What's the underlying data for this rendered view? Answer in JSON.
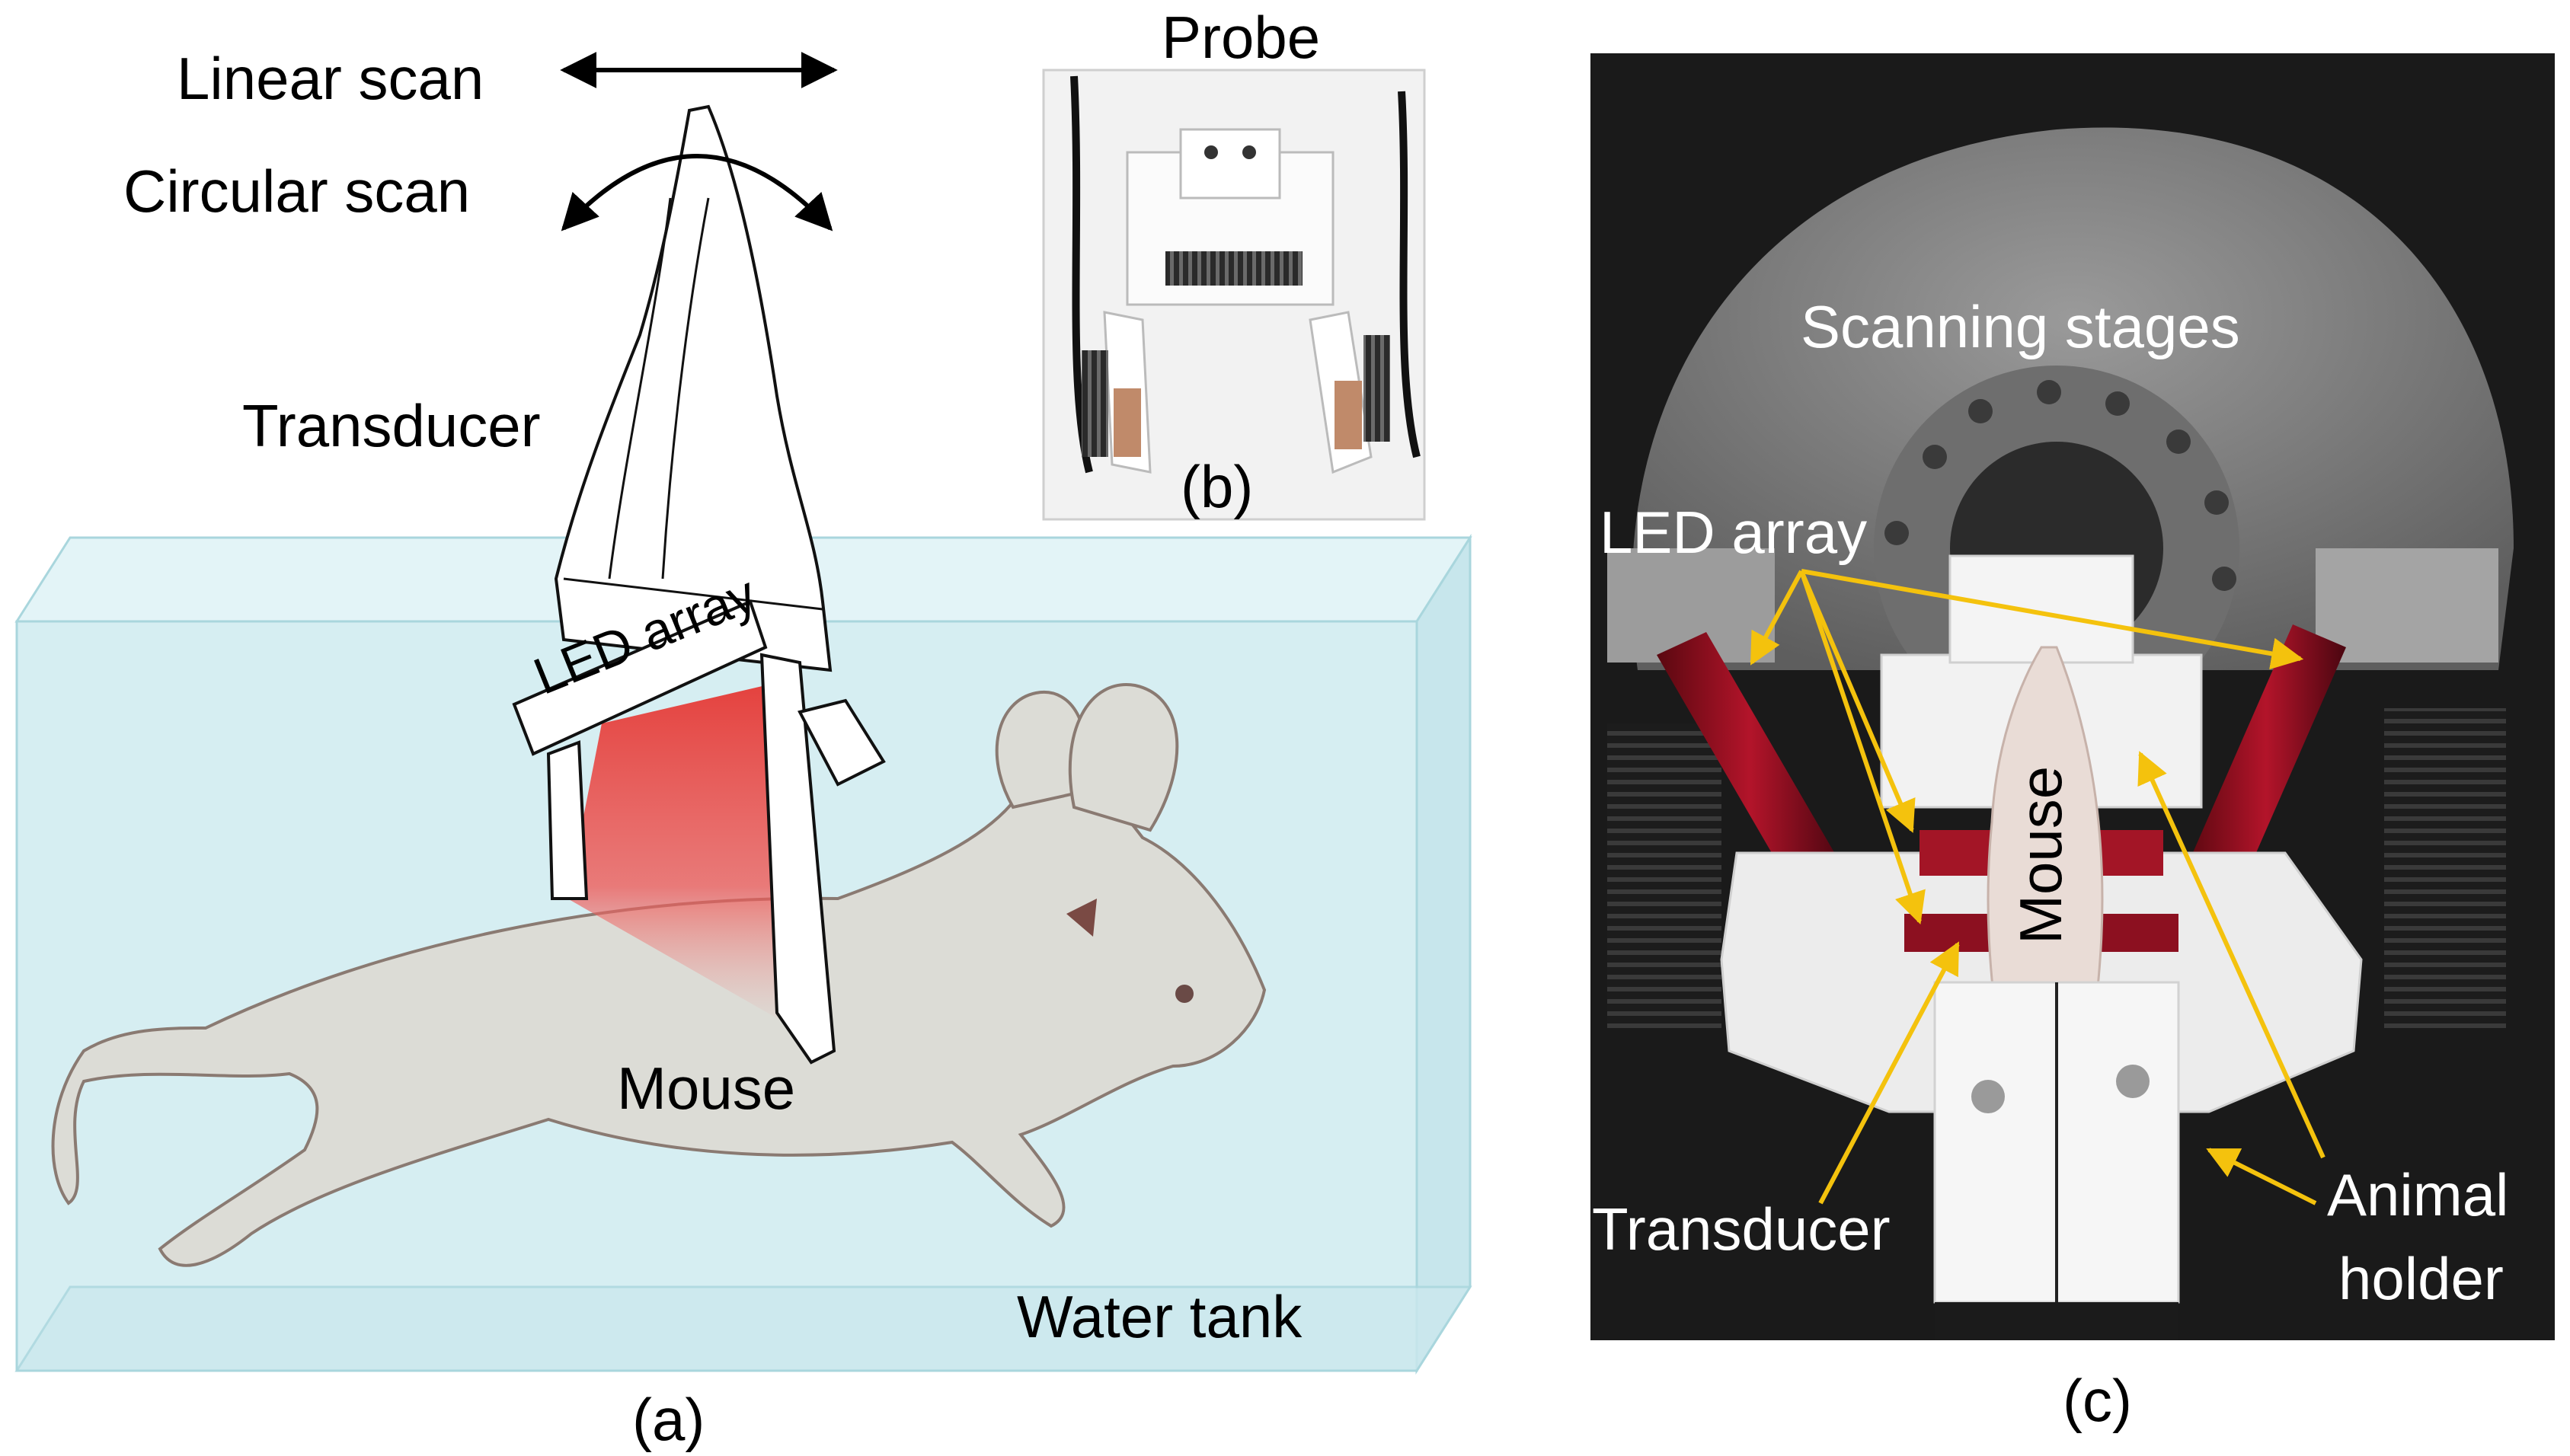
{
  "panel_a": {
    "label": "(a)",
    "linear_scan": "Linear scan",
    "circular_scan": "Circular scan",
    "transducer": "Transducer",
    "led_array": "LED array",
    "mouse": "Mouse",
    "water_tank": "Water tank"
  },
  "panel_b": {
    "label": "(b)",
    "probe": "Probe"
  },
  "panel_c": {
    "label": "(c)",
    "scanning_stages": "Scanning stages",
    "led_array": "LED array",
    "mouse": "Mouse",
    "transducer": "Transducer",
    "animal_holder_line1": "Animal",
    "animal_holder_line2": "holder"
  },
  "colors": {
    "water": "#d6eef2",
    "mouse_body": "#dcdcd6",
    "led_glow": "#e03a3a",
    "callout_arrow": "#f4c20d",
    "photo_bg": "#1a1a1a"
  }
}
